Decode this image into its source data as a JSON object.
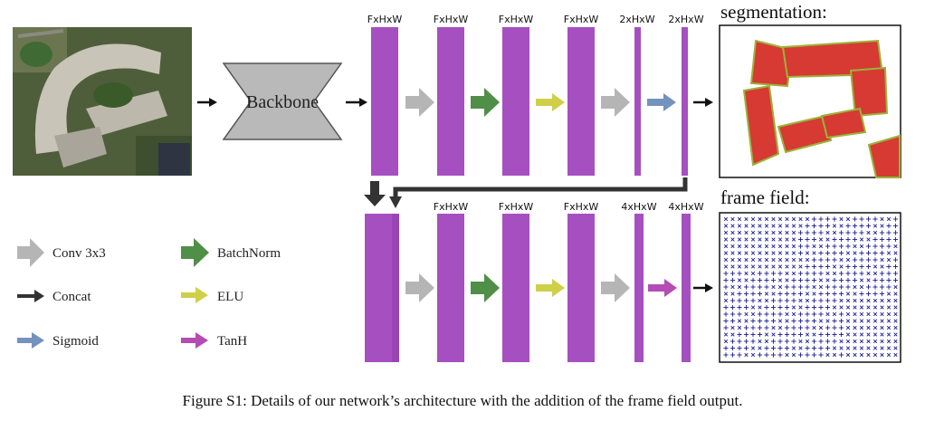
{
  "backbone_label": "Backbone",
  "seg_title": "segmentation:",
  "ff_title": "frame field:",
  "caption": "Figure S1: Details of our network’s architecture with the addition of the frame field output.",
  "top_dims": [
    "FxHxW",
    "FxHxW",
    "FxHxW",
    "FxHxW",
    "2xHxW",
    "2xHxW"
  ],
  "bottom_dims": [
    "FxHxW",
    "FxHxW",
    "FxHxW",
    "4xHxW",
    "4xHxW"
  ],
  "legend": {
    "conv": "Conv 3x3",
    "concat": "Concat",
    "sigmoid": "Sigmoid",
    "batchnorm": "BatchNorm",
    "elu": "ELU",
    "tanh": "TanH"
  },
  "colors": {
    "block": "#a64fc1",
    "conv": "#b5b5b5",
    "batchnorm": "#4f8f47",
    "elu": "#cfcf48",
    "sigmoid": "#7393be",
    "tanh": "#b44cb4",
    "concat": "#333333",
    "segmentation": "#d63a32",
    "frame_field": "#1c1c9a"
  }
}
